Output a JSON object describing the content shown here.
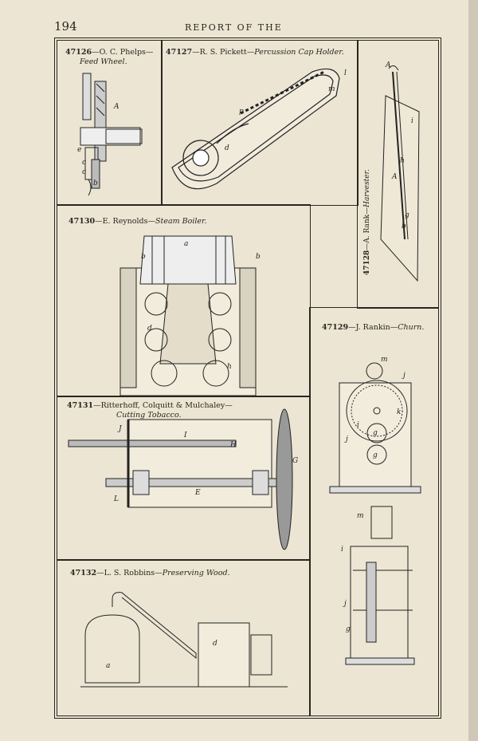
{
  "header": {
    "page_number": "194",
    "running_title": "REPORT OF THE"
  },
  "figures": [
    {
      "number": "47126",
      "credit": "—O. C. Phelps—",
      "title": "Feed Wheel."
    },
    {
      "number": "47127",
      "credit": "—R. S. Pickett—",
      "title": "Percussion Cap Holder."
    },
    {
      "number": "47128",
      "credit": "—A. Rank—",
      "title": "Harvester."
    },
    {
      "number": "47130",
      "credit": "—E. Reynolds—",
      "title": "Steam Boiler."
    },
    {
      "number": "47129",
      "credit": "—J. Rankin—",
      "title": "Churn."
    },
    {
      "number": "47131",
      "credit": "—Ritterhoff, Colquitt & Mulchaley—",
      "title": "Cutting Tobacco."
    },
    {
      "number": "47132",
      "credit": "—L. S. Robbins—",
      "title": "Preserving Wood."
    }
  ],
  "letters": {
    "fig47126": [
      "A",
      "e",
      "c",
      "c",
      "b"
    ],
    "fig47127": [
      "l",
      "m",
      "p",
      "d"
    ],
    "fig47128": [
      "A",
      "A",
      "h",
      "b",
      "g",
      "i"
    ],
    "fig47130": [
      "a",
      "b",
      "b",
      "d",
      "h"
    ],
    "fig47129": [
      "m",
      "j",
      "k",
      "i",
      "g",
      "g",
      "j",
      "m",
      "i",
      "g",
      "j"
    ],
    "fig47131": [
      "J",
      "I",
      "H",
      "G",
      "E",
      "L"
    ],
    "fig47132": [
      "a",
      "d"
    ]
  }
}
